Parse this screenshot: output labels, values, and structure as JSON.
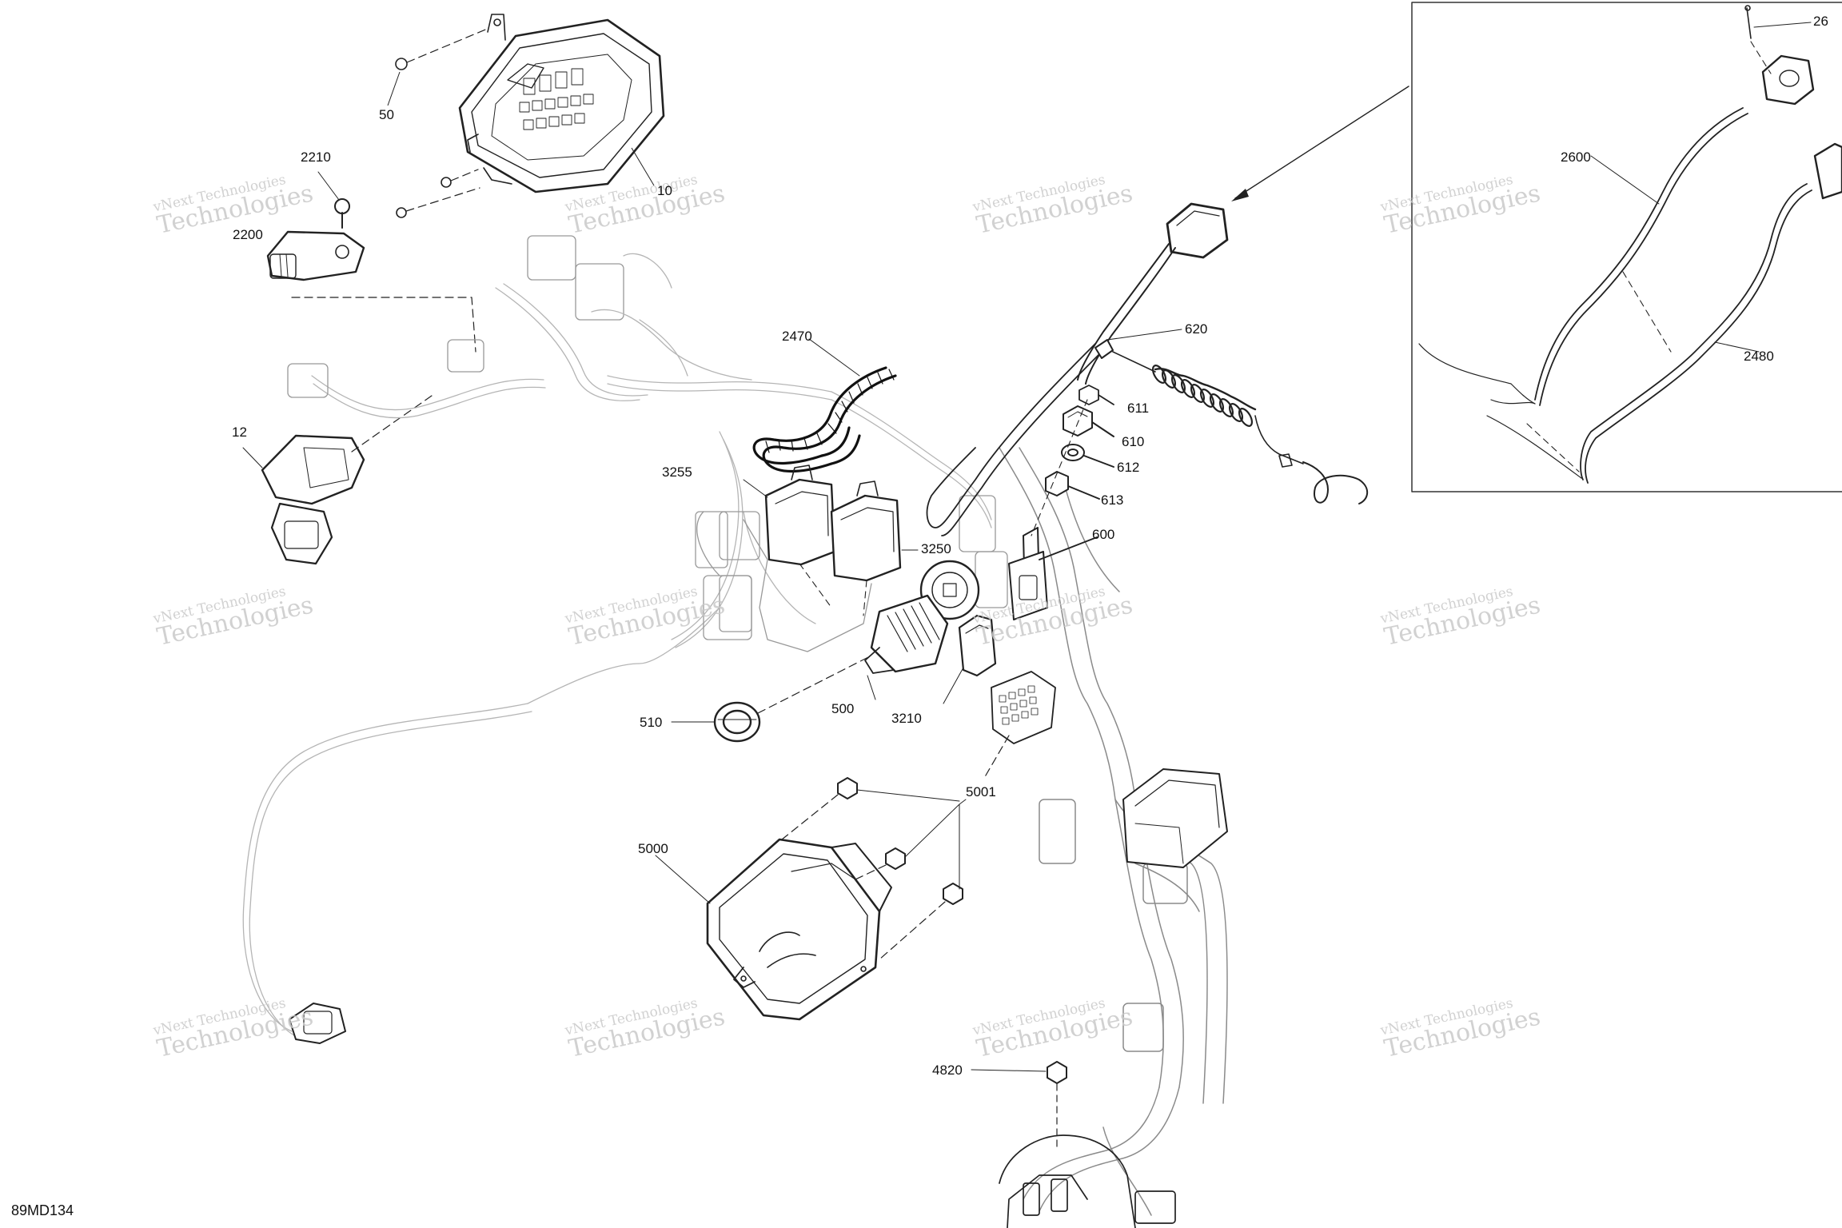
{
  "drawing": {
    "id": "89MD134",
    "watermark_line1": "vNext Technologies",
    "watermark_line2": "Technologies",
    "callouts": [
      {
        "id": "c-50",
        "label": "50"
      },
      {
        "id": "c-10",
        "label": "10"
      },
      {
        "id": "c-2210",
        "label": "2210"
      },
      {
        "id": "c-2200",
        "label": "2200"
      },
      {
        "id": "c-12",
        "label": "12"
      },
      {
        "id": "c-2470",
        "label": "2470"
      },
      {
        "id": "c-3255",
        "label": "3255"
      },
      {
        "id": "c-3250",
        "label": "3250"
      },
      {
        "id": "c-620",
        "label": "620"
      },
      {
        "id": "c-611",
        "label": "611"
      },
      {
        "id": "c-610",
        "label": "610"
      },
      {
        "id": "c-612",
        "label": "612"
      },
      {
        "id": "c-613",
        "label": "613"
      },
      {
        "id": "c-600",
        "label": "600"
      },
      {
        "id": "c-510",
        "label": "510"
      },
      {
        "id": "c-500",
        "label": "500"
      },
      {
        "id": "c-3210",
        "label": "3210"
      },
      {
        "id": "c-5001",
        "label": "5001"
      },
      {
        "id": "c-5000",
        "label": "5000"
      },
      {
        "id": "c-4820",
        "label": "4820"
      },
      {
        "id": "c-2600",
        "label": "2600"
      },
      {
        "id": "c-2480",
        "label": "2480"
      },
      {
        "id": "c-26",
        "label": "26"
      }
    ]
  }
}
